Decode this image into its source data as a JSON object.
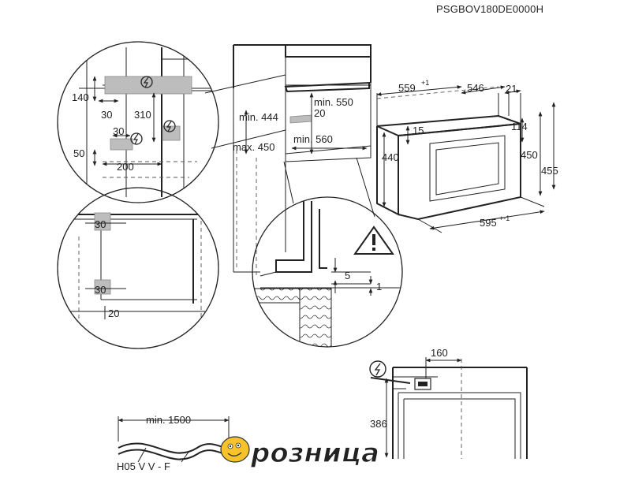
{
  "model_code": "PSGBOV180DE0000H",
  "detail_top_left": {
    "labels": [
      "140",
      "30",
      "310",
      "30",
      "50",
      "200"
    ]
  },
  "cabinet": {
    "labels": [
      "min. 550",
      "min. 444",
      "20",
      "max. 450",
      "min. 560"
    ]
  },
  "appliance": {
    "labels": [
      "559",
      "+1",
      "546",
      "21",
      "15",
      "114",
      "440",
      "450",
      "455",
      "595",
      "+-1"
    ]
  },
  "detail_left": {
    "labels": [
      "30",
      "30",
      "20"
    ]
  },
  "detail_right": {
    "labels": [
      "5",
      "1"
    ]
  },
  "socket_view": {
    "labels": [
      "160",
      "386"
    ]
  },
  "cable": {
    "length_label": "min. 1500",
    "type_label": "H05 V V - F"
  },
  "watermark": {
    "text": "розница",
    "accent": "#e8222e",
    "face_color": "#f6c32a"
  }
}
